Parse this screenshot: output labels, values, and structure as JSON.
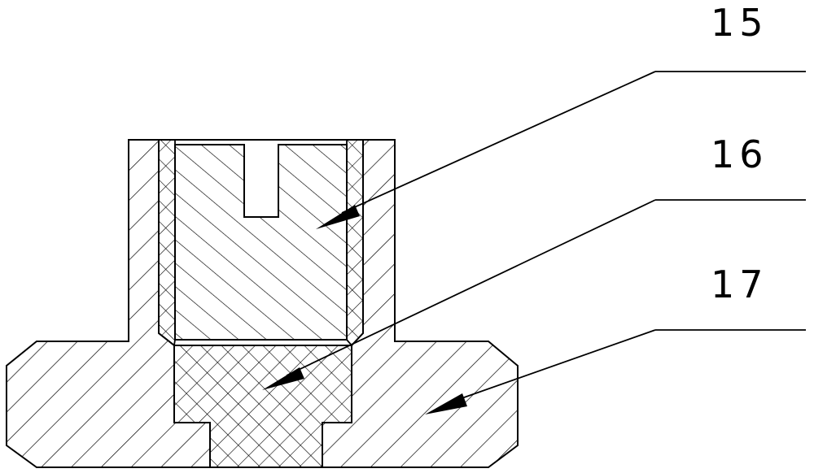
{
  "callouts": [
    {
      "id": "c15",
      "label": "15"
    },
    {
      "id": "c16",
      "label": "16"
    },
    {
      "id": "c17",
      "label": "17"
    }
  ],
  "colors": {
    "ink": "#000000",
    "paper": "#ffffff"
  }
}
